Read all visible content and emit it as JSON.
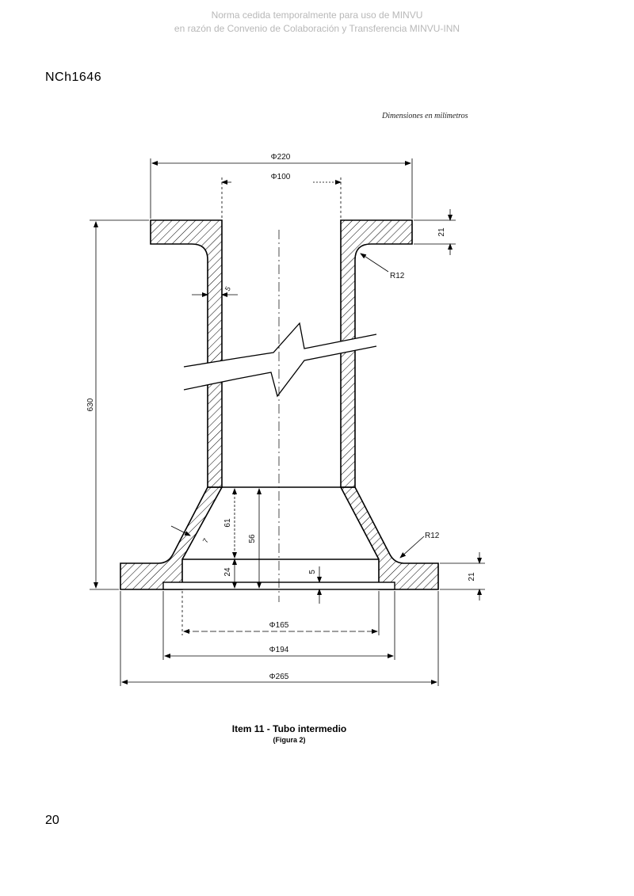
{
  "watermark": {
    "line1": "Norma cedida temporalmente para uso de MINVU",
    "line2": "en razón de Convenio de Colaboración y Transferencia MINVU-INN"
  },
  "header": {
    "standard_code": "NCh1646"
  },
  "drawing": {
    "units_note": "Dimensiones en milímetros",
    "dimensions": {
      "top_flange_diameter": "Φ220",
      "bore_diameter": "Φ100",
      "top_flange_thickness": "21",
      "top_fillet_radius": "R12",
      "wall_thickness": "5",
      "total_height": "630",
      "cone_height": "61",
      "inner_height": "56",
      "bottom_fillet_radius": "R12",
      "base_step_height": "24",
      "recess_depth": "5",
      "bottom_flange_thickness": "21",
      "seat_inner_diameter": "Φ165",
      "seat_outer_diameter": "Φ194",
      "bottom_flange_diameter": "Φ265",
      "cone_wall_thickness": "7"
    }
  },
  "caption": {
    "title": "Item 11 - Tubo intermedio",
    "subtitle": "(Figura 2)"
  },
  "footer": {
    "page_number": "20"
  }
}
